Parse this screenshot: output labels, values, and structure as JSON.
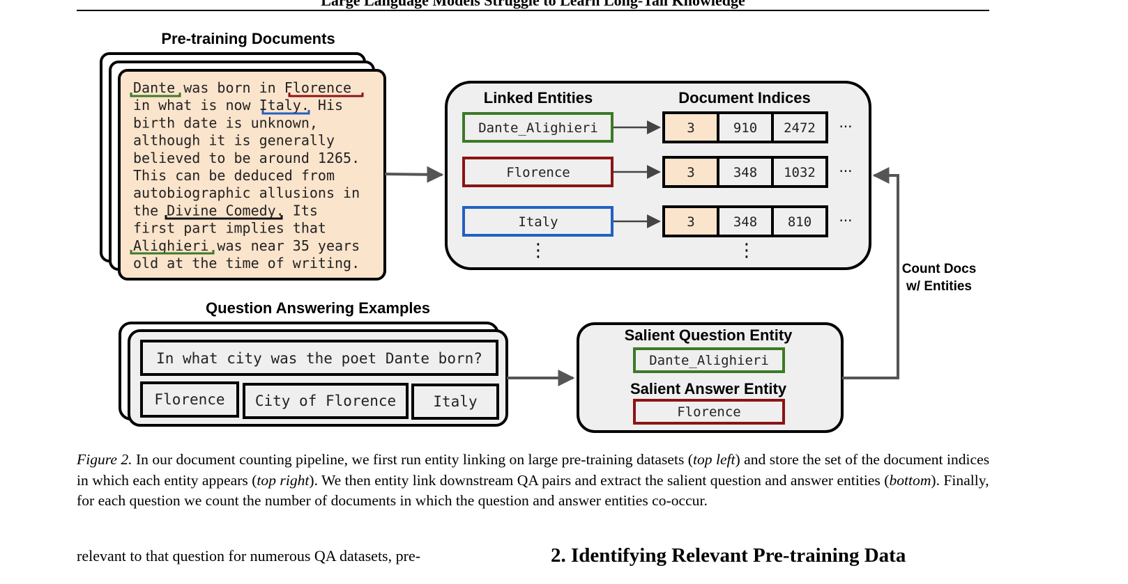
{
  "running_title": "Large Language Models Struggle to Learn Long-Tail Knowledge",
  "figure": {
    "pretraining_title": "Pre-training Documents",
    "doc_lines": [
      "Dante was born in Florence",
      "in what is now Italy. His",
      "birth date is unknown,",
      "although it is generally",
      "believed to be around 1265.",
      "This can be deduced from",
      "autobiographic allusions in",
      "the Divine Comedy. Its",
      "first part implies that",
      "Alighieri was near 35 years",
      "old at the time of writing."
    ],
    "linked_entities_title": "Linked Entities",
    "document_indices_title": "Document Indices",
    "entities": [
      {
        "name": "Dante_Alighieri",
        "color": "#3d7a27",
        "indices": [
          "3",
          "910",
          "2472"
        ]
      },
      {
        "name": "Florence",
        "color": "#8c1414",
        "indices": [
          "3",
          "348",
          "1032"
        ]
      },
      {
        "name": "Italy",
        "color": "#2260c4",
        "indices": [
          "3",
          "348",
          "810"
        ]
      }
    ],
    "ellipsis": "···",
    "vdots": "⋮",
    "count_docs_label": [
      "Count Docs",
      "w/ Entities"
    ],
    "qa_title": "Question Answering Examples",
    "question": "In what city was the poet Dante born?",
    "answers": [
      "Florence",
      "City of Florence",
      "Italy"
    ],
    "salient_question_title": "Salient Question Entity",
    "salient_question_entity": "Dante_Alighieri",
    "salient_answer_title": "Salient Answer Entity",
    "salient_answer_entity": "Florence",
    "colors": {
      "doc_fill": "#fbe4cc",
      "panel_fill": "#efefef",
      "index_highlight": "#fbe4cc",
      "arrow": "#555555"
    }
  },
  "caption": {
    "label": "Figure 2.",
    "text_1": " In our document counting pipeline, we first run entity linking on large pre-training datasets (",
    "em_1": "top left",
    "text_2": ") and store the set of the document indices in which each entity appears (",
    "em_2": "top right",
    "text_3": "). We then entity link downstream QA pairs and extract the salient question and answer entities (",
    "em_3": "bottom",
    "text_4": "). Finally, for each question we count the number of documents in which the question and answer entities co-occur."
  },
  "body_text_left": "relevant to that question for numerous QA datasets, pre-",
  "section_heading": "2. Identifying Relevant Pre-training Data"
}
